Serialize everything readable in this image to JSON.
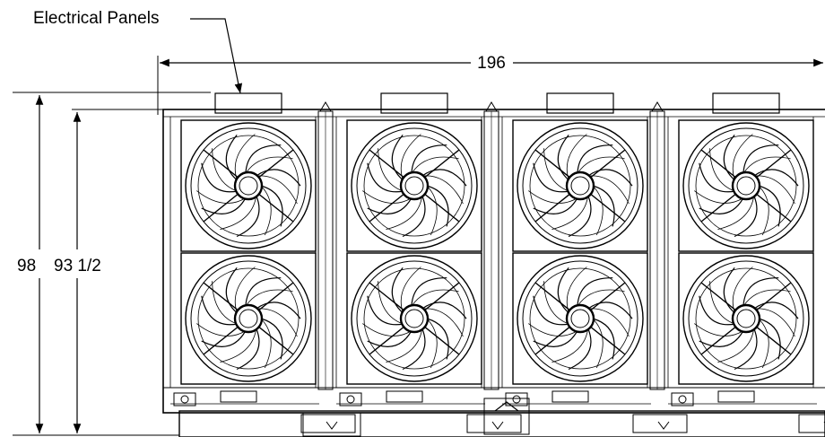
{
  "callout": {
    "label": "Electrical Panels"
  },
  "dimensions": {
    "overall_width": "196",
    "overall_height": "98",
    "frame_height": "93 1/2"
  },
  "colors": {
    "line": "#000000",
    "background": "#ffffff"
  },
  "unit": {
    "module_count": 4,
    "fans_per_module": 2
  }
}
